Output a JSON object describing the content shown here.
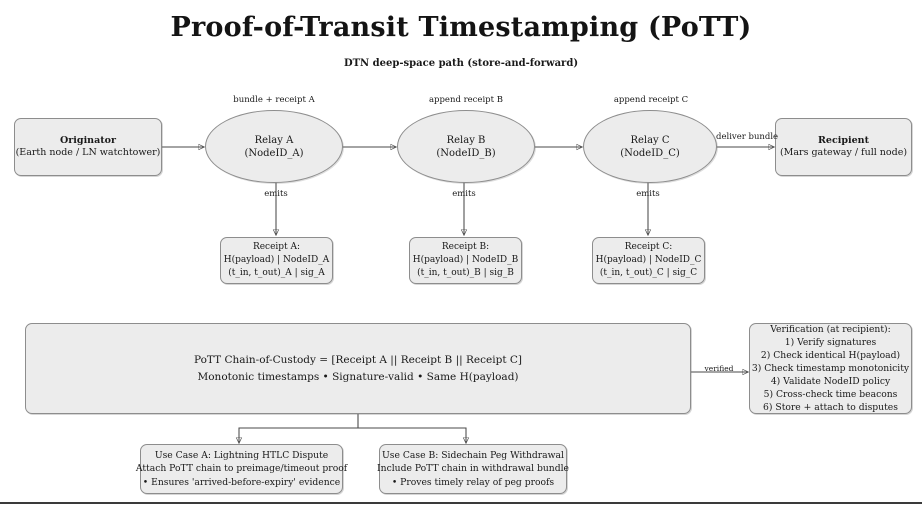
{
  "header": {
    "title": "Proof-of-Transit Timestamping (PoTT)",
    "subtitle": "DTN deep-space path (store-and-forward)"
  },
  "nodes": {
    "originator": {
      "line1": "Originator",
      "line2": "(Earth node / LN watchtower)"
    },
    "relay_a": {
      "line1": "Relay A",
      "line2": "(NodeID_A)"
    },
    "relay_b": {
      "line1": "Relay B",
      "line2": "(NodeID_B)"
    },
    "relay_c": {
      "line1": "Relay C",
      "line2": "(NodeID_C)"
    },
    "recipient": {
      "line1": "Recipient",
      "line2": "(Mars gateway / full node)"
    }
  },
  "receipts": {
    "a": {
      "line1": "Receipt A:",
      "line2": "H(payload) | NodeID_A",
      "line3": "(t_in, t_out)_A | sig_A"
    },
    "b": {
      "line1": "Receipt B:",
      "line2": "H(payload) | NodeID_B",
      "line3": "(t_in, t_out)_B | sig_B"
    },
    "c": {
      "line1": "Receipt C:",
      "line2": "H(payload) | NodeID_C",
      "line3": "(t_in, t_out)_C | sig_C"
    }
  },
  "edge_labels": {
    "bundle_receipt_a": "bundle + receipt A",
    "append_receipt_b": "append receipt B",
    "append_receipt_c": "append receipt C",
    "deliver_bundle": "deliver bundle",
    "emits_a": "emits",
    "emits_b": "emits",
    "emits_c": "emits",
    "verified": "verified"
  },
  "chain": {
    "line1": "PoTT Chain-of-Custody = [Receipt A || Receipt B || Receipt C]",
    "line2": "Monotonic timestamps • Signature-valid • Same H(payload)"
  },
  "verification": {
    "heading": "Verification (at recipient):",
    "steps": [
      "1) Verify signatures",
      "2) Check identical H(payload)",
      "3) Check timestamp monotonicity",
      "4) Validate NodeID policy",
      "5) Cross-check time beacons",
      "6) Store + attach to disputes"
    ]
  },
  "use_cases": {
    "a": {
      "line1": "Use Case A: Lightning HTLC Dispute",
      "line2": "Attach PoTT chain to preimage/timeout proof",
      "line3": "• Ensures 'arrived-before-expiry' evidence"
    },
    "b": {
      "line1": "Use Case B: Sidechain Peg Withdrawal",
      "line2": "Include PoTT chain in withdrawal bundle",
      "line3": "• Proves timely relay of peg proofs"
    }
  },
  "colors": {
    "node_fill": "#ececec",
    "node_stroke": "#8d8d8d",
    "wire": "#4a4a4a",
    "text": "#191919",
    "background": "#ffffff"
  }
}
